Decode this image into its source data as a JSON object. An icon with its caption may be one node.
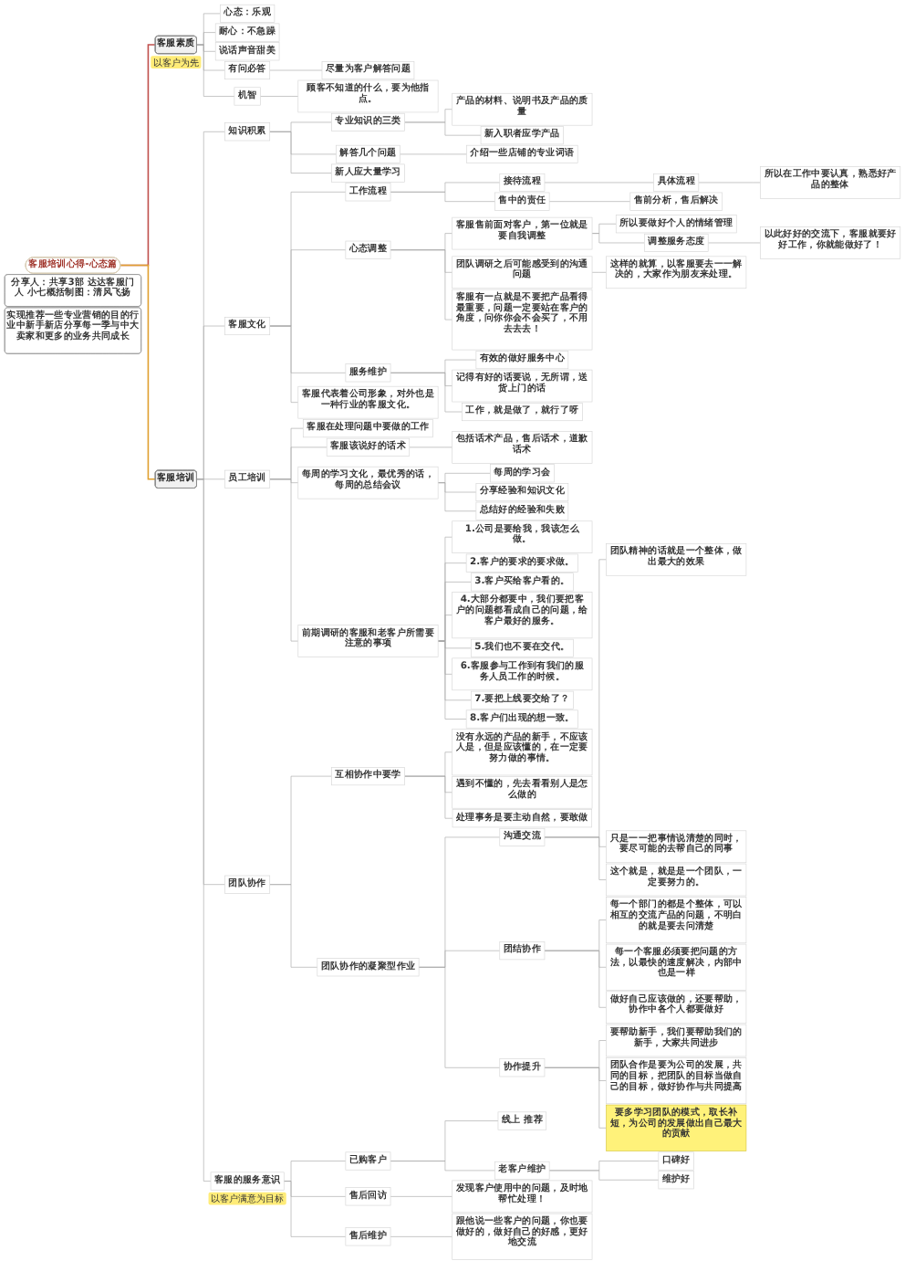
{
  "diagram": {
    "nodes": [
      {
        "text": [
          "客服培训心得-心态篇"
        ]
      },
      {
        "text": [
          "客服素质"
        ],
        "beside": [
          "以客户为先"
        ]
      },
      {
        "text": [
          "心态：乐观"
        ]
      },
      {
        "text": [
          "耐心：不急躁"
        ]
      },
      {
        "text": [
          "说话声音甜美"
        ]
      },
      {
        "text": [
          "有问必答"
        ]
      },
      {
        "text": [
          "尽量为客户解答问题"
        ]
      },
      {
        "text": [
          "机智"
        ]
      },
      {
        "text": [
          "顾客不知道的什么，要为他指点。"
        ]
      },
      {
        "text": [
          "客服培训"
        ]
      },
      {
        "text": [
          "知识积累"
        ]
      },
      {
        "text": [
          "专业知识的三类"
        ]
      },
      {
        "text": [
          "产品的材料、说明书及产品的质量"
        ]
      },
      {
        "text": [
          "新入职者应学产品"
        ]
      },
      {
        "text": [
          "解答几个问题"
        ]
      },
      {
        "text": [
          "介绍一些店铺的专业词语"
        ]
      },
      {
        "text": [
          "新人应大量学习"
        ]
      },
      {
        "text": [
          "客服文化"
        ]
      },
      {
        "text": [
          "工作流程"
        ]
      },
      {
        "text": [
          "接待流程"
        ]
      },
      {
        "text": [
          "具体流程"
        ]
      },
      {
        "text": [
          "所以在工作中要认真，熟悉好产品的整体"
        ]
      },
      {
        "text": [
          "售中的责任"
        ]
      },
      {
        "text": [
          "售前分析，售后解决"
        ]
      },
      {
        "text": [
          "心态调整"
        ]
      },
      {
        "text": [
          "客服售前面对客户，第一位就是要自我调整"
        ]
      },
      {
        "text": [
          "所以要做好个人的情绪管理"
        ]
      },
      {
        "text": [
          "调整服务态度"
        ]
      },
      {
        "text": [
          "以此好好的交流下，客服就要好好工作，你就能做好了！"
        ]
      },
      {
        "text": [
          "团队调研之后可能感受到的沟通问题"
        ]
      },
      {
        "text": [
          "这样的就算，以客服要去一一解决的，大家作为朋友来处理。"
        ]
      },
      {
        "text": [
          "客服有一点就是不要把产品看得最重要，问题一定要站在客户的角度，问你你会不会买了，不用去去去！"
        ]
      },
      {
        "text": [
          "服务维护"
        ]
      },
      {
        "text": [
          "有效的做好服务中心"
        ]
      },
      {
        "text": [
          "记得有好的话要说，无所谓，送货上门的话"
        ]
      },
      {
        "text": [
          "工作，就是做了，就行了呀"
        ]
      },
      {
        "text": [
          "客服代表着公司形象，对外也是一种行业的客服文化。"
        ]
      },
      {
        "text": [
          "员工培训"
        ]
      },
      {
        "text": [
          "客服在处理问题中要做的工作"
        ]
      },
      {
        "text": [
          "客服该说好的话术"
        ]
      },
      {
        "text": [
          "包括话术产品，售后话术，道歉话术"
        ]
      },
      {
        "text": [
          "每周的学习文化，最优秀的话，每周的总结会议"
        ]
      },
      {
        "text": [
          "每周的学习会"
        ]
      },
      {
        "text": [
          "分享经验和知识文化"
        ]
      },
      {
        "text": [
          "总结好的经验和失败"
        ]
      },
      {
        "text": [
          "前期调研的客服和老客户所需要注意的事项"
        ]
      },
      {
        "text": [
          "1.公司是要给我，我该怎么做。"
        ]
      },
      {
        "text": [
          "2.客户的要求的要求做。"
        ]
      },
      {
        "text": [
          "3.客户买给客户看的。"
        ]
      },
      {
        "text": [
          "4.大部分都要中，我们要把客户的问题都看成自己的问题，给客户最好的服务。"
        ]
      },
      {
        "text": [
          "5.我们也不要在交代。"
        ]
      },
      {
        "text": [
          "6.客服参与工作到有我们的服务人员工作的时候。"
        ]
      },
      {
        "text": [
          "7.要把上线要交给了？"
        ]
      },
      {
        "text": [
          "8.客户们出现的想一致。"
        ]
      },
      {
        "text": [
          "团队协作"
        ]
      },
      {
        "text": [
          "互相协作中要学"
        ]
      },
      {
        "text": [
          "没有永远的产品的新手，不应该人是，但是应该懂的，在一定要努力做的事情。"
        ]
      },
      {
        "text": [
          "遇到不懂的，先去看看别人是怎么做的"
        ]
      },
      {
        "text": [
          "处理事务是要主动自然，要敢做"
        ]
      },
      {
        "text": [
          "团队协作的凝聚型作业"
        ]
      },
      {
        "text": [
          "沟通交流"
        ]
      },
      {
        "text": [
          "团队精神的话就是一个整体，做出最大的效果"
        ]
      },
      {
        "text": [
          "只是一一把事情说清楚的同时，要尽可能的去帮自己的同事"
        ]
      },
      {
        "text": [
          "这个就是，就是是一个团队，一定要努力的。"
        ]
      },
      {
        "text": [
          "团结协作"
        ]
      },
      {
        "text": [
          "每一个部门的都是个整体，可以相互的交流产品的问题，不明白的就是要去问清楚"
        ]
      },
      {
        "text": [
          "每一个客服必须要把问题的方法，以最快的速度解决，内部中也是一样"
        ]
      },
      {
        "text": [
          "做好自己应该做的，还要帮助，协作中各个人都要做好"
        ]
      },
      {
        "text": [
          "协作提升"
        ]
      },
      {
        "text": [
          "要帮助新手，我们要帮助我们的新手，大家共同进步"
        ]
      },
      {
        "text": [
          "团队合作是要为公司的发展，共同的目标，把团队的目标当做自己的目标，做好协作与共同提高"
        ]
      },
      {
        "text": [
          "要多学习团队的模式，取长补短，为公司的发展做出自己最大的贡献"
        ]
      },
      {
        "text": [
          "客服的服务意识"
        ],
        "beside": [
          "以客户满意为目标"
        ]
      },
      {
        "text": [
          "已购客户"
        ]
      },
      {
        "text": [
          "线上 推荐"
        ]
      },
      {
        "text": [
          "老客户维护"
        ]
      },
      {
        "text": [
          "口碑好"
        ]
      },
      {
        "text": [
          "维护好"
        ]
      },
      {
        "text": [
          "售后回访"
        ]
      },
      {
        "text": [
          "发现客户使用中的问题，及时地帮忙处理！"
        ]
      },
      {
        "text": [
          "售后维护"
        ]
      },
      {
        "text": [
          "跟他说一些客户的问题，你也要做好的，做好自己的好感，更好地交流"
        ]
      },
      {
        "text": [
          "分享人：共享3部 达达客服门人 小七概括制图：清风飞扬"
        ]
      },
      {
        "text": [
          "实现推荐一些专业营销的目的行业中新手新店分享每一季与中大卖家和更多的业务共同成长"
        ]
      }
    ],
    "edges": [
      {
        "from": 0,
        "to": 1,
        "arrow": "none",
        "color": "#c0504d"
      },
      {
        "from": 1,
        "to": 2,
        "arrow": "none"
      },
      {
        "from": 1,
        "to": 3,
        "arrow": "none"
      },
      {
        "from": 1,
        "to": 4,
        "arrow": "none"
      },
      {
        "from": 1,
        "to": 5,
        "arrow": "none"
      },
      {
        "from": 5,
        "to": 6,
        "arrow": "none"
      },
      {
        "from": 1,
        "to": 7,
        "arrow": "none"
      },
      {
        "from": 7,
        "to": 8,
        "arrow": "none"
      },
      {
        "from": 0,
        "to": 9,
        "arrow": "none",
        "color": "#e0a030"
      },
      {
        "from": 9,
        "to": 10,
        "arrow": "none"
      },
      {
        "from": 10,
        "to": 11,
        "arrow": "none"
      },
      {
        "from": 11,
        "to": 12,
        "arrow": "none"
      },
      {
        "from": 11,
        "to": 13,
        "arrow": "none"
      },
      {
        "from": 10,
        "to": 14,
        "arrow": "none"
      },
      {
        "from": 14,
        "to": 15,
        "arrow": "none"
      },
      {
        "from": 10,
        "to": 16,
        "arrow": "none"
      },
      {
        "from": 9,
        "to": 17,
        "arrow": "none"
      },
      {
        "from": 17,
        "to": 18,
        "arrow": "none"
      },
      {
        "from": 18,
        "to": 19,
        "arrow": "none"
      },
      {
        "from": 19,
        "to": 20,
        "arrow": "none"
      },
      {
        "from": 20,
        "to": 21,
        "arrow": "none"
      },
      {
        "from": 18,
        "to": 22,
        "arrow": "none"
      },
      {
        "from": 22,
        "to": 23,
        "arrow": "none"
      },
      {
        "from": 17,
        "to": 24,
        "arrow": "none"
      },
      {
        "from": 24,
        "to": 25,
        "arrow": "none"
      },
      {
        "from": 25,
        "to": 26,
        "arrow": "none"
      },
      {
        "from": 25,
        "to": 27,
        "arrow": "none"
      },
      {
        "from": 27,
        "to": 28,
        "arrow": "none"
      },
      {
        "from": 24,
        "to": 29,
        "arrow": "none"
      },
      {
        "from": 29,
        "to": 30,
        "arrow": "none"
      },
      {
        "from": 24,
        "to": 31,
        "arrow": "none"
      },
      {
        "from": 17,
        "to": 32,
        "arrow": "none"
      },
      {
        "from": 32,
        "to": 33,
        "arrow": "none"
      },
      {
        "from": 32,
        "to": 34,
        "arrow": "none"
      },
      {
        "from": 32,
        "to": 35,
        "arrow": "none"
      },
      {
        "from": 17,
        "to": 36,
        "arrow": "none"
      },
      {
        "from": 9,
        "to": 37,
        "arrow": "none"
      },
      {
        "from": 37,
        "to": 38,
        "arrow": "none"
      },
      {
        "from": 37,
        "to": 39,
        "arrow": "none"
      },
      {
        "from": 39,
        "to": 40,
        "arrow": "none"
      },
      {
        "from": 37,
        "to": 41,
        "arrow": "none"
      },
      {
        "from": 41,
        "to": 42,
        "arrow": "none"
      },
      {
        "from": 41,
        "to": 43,
        "arrow": "none"
      },
      {
        "from": 41,
        "to": 44,
        "arrow": "none"
      },
      {
        "from": 37,
        "to": 45,
        "arrow": "none"
      },
      {
        "from": 45,
        "to": 46,
        "arrow": "none"
      },
      {
        "from": 45,
        "to": 47,
        "arrow": "none"
      },
      {
        "from": 45,
        "to": 48,
        "arrow": "none"
      },
      {
        "from": 45,
        "to": 49,
        "arrow": "none"
      },
      {
        "from": 45,
        "to": 50,
        "arrow": "none"
      },
      {
        "from": 45,
        "to": 51,
        "arrow": "none"
      },
      {
        "from": 45,
        "to": 52,
        "arrow": "none"
      },
      {
        "from": 45,
        "to": 53,
        "arrow": "none"
      },
      {
        "from": 9,
        "to": 54,
        "arrow": "none"
      },
      {
        "from": 54,
        "to": 55,
        "arrow": "none"
      },
      {
        "from": 55,
        "to": 56,
        "arrow": "none"
      },
      {
        "from": 55,
        "to": 57,
        "arrow": "none"
      },
      {
        "from": 55,
        "to": 58,
        "arrow": "none"
      },
      {
        "from": 54,
        "to": 59,
        "arrow": "none"
      },
      {
        "from": 59,
        "to": 60,
        "arrow": "none"
      },
      {
        "from": 60,
        "to": 61,
        "arrow": "none"
      },
      {
        "from": 60,
        "to": 62,
        "arrow": "none"
      },
      {
        "from": 60,
        "to": 63,
        "arrow": "none"
      },
      {
        "from": 59,
        "to": 64,
        "arrow": "none"
      },
      {
        "from": 64,
        "to": 65,
        "arrow": "none"
      },
      {
        "from": 64,
        "to": 66,
        "arrow": "none"
      },
      {
        "from": 64,
        "to": 67,
        "arrow": "none"
      },
      {
        "from": 59,
        "to": 68,
        "arrow": "none"
      },
      {
        "from": 68,
        "to": 69,
        "arrow": "none"
      },
      {
        "from": 68,
        "to": 70,
        "arrow": "none"
      },
      {
        "from": 68,
        "to": 71,
        "arrow": "none"
      },
      {
        "from": 9,
        "to": 72,
        "arrow": "none"
      },
      {
        "from": 72,
        "to": 73,
        "arrow": "none"
      },
      {
        "from": 73,
        "to": 74,
        "arrow": "none"
      },
      {
        "from": 73,
        "to": 75,
        "arrow": "none"
      },
      {
        "from": 75,
        "to": 76,
        "arrow": "none"
      },
      {
        "from": 75,
        "to": 77,
        "arrow": "none"
      },
      {
        "from": 72,
        "to": 78,
        "arrow": "none"
      },
      {
        "from": 78,
        "to": 79,
        "arrow": "none"
      },
      {
        "from": 72,
        "to": 80,
        "arrow": "none"
      },
      {
        "from": 80,
        "to": 81,
        "arrow": "none"
      }
    ]
  }
}
